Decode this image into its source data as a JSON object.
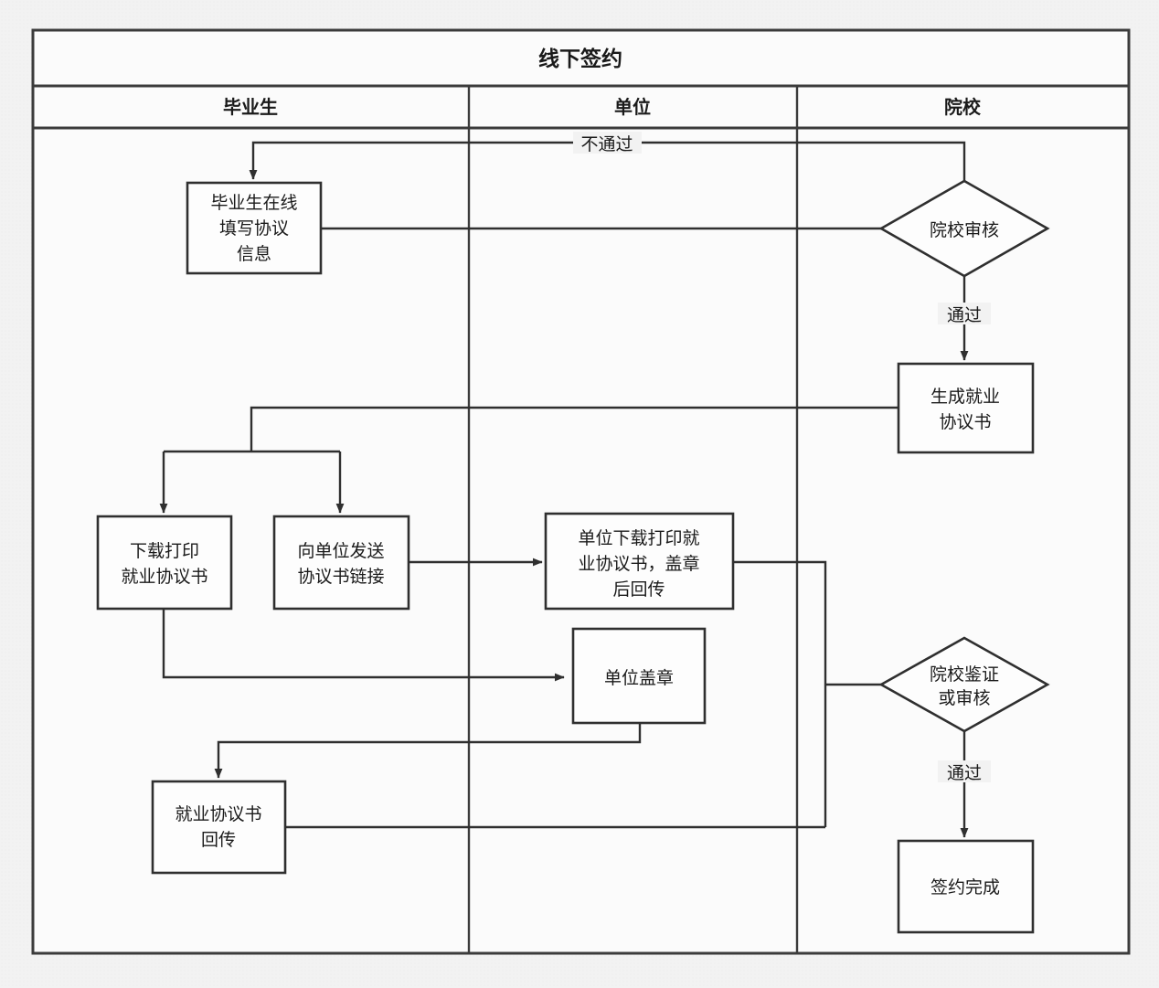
{
  "diagram": {
    "title": "线下签约",
    "type": "swimlane-flowchart",
    "lanes": [
      {
        "id": "lane-graduate",
        "label": "毕业生"
      },
      {
        "id": "lane-employer",
        "label": "单位"
      },
      {
        "id": "lane-school",
        "label": "院校"
      }
    ],
    "nodes": [
      {
        "id": "fill-agreement-info",
        "lane": "lane-graduate",
        "shape": "rectangle",
        "lines": [
          "毕业生在线",
          "填写协议",
          "信息"
        ]
      },
      {
        "id": "school-review",
        "lane": "lane-school",
        "shape": "diamond",
        "lines": [
          "院校审核"
        ]
      },
      {
        "id": "generate-agreement",
        "lane": "lane-school",
        "shape": "rectangle",
        "lines": [
          "生成就业",
          "协议书"
        ]
      },
      {
        "id": "download-print-agreement",
        "lane": "lane-graduate",
        "shape": "rectangle",
        "lines": [
          "下载打印",
          "就业协议书"
        ]
      },
      {
        "id": "send-agreement-link",
        "lane": "lane-graduate",
        "shape": "rectangle",
        "lines": [
          "向单位发送",
          "协议书链接"
        ]
      },
      {
        "id": "employer-download-print-stamp-return",
        "lane": "lane-employer",
        "shape": "rectangle",
        "lines": [
          "单位下载打印就",
          "业协议书，盖章",
          "后回传"
        ]
      },
      {
        "id": "employer-stamp",
        "lane": "lane-employer",
        "shape": "rectangle",
        "lines": [
          "单位盖章"
        ]
      },
      {
        "id": "return-agreement",
        "lane": "lane-graduate",
        "shape": "rectangle",
        "lines": [
          "就业协议书",
          "回传"
        ]
      },
      {
        "id": "school-verify-or-review",
        "lane": "lane-school",
        "shape": "diamond",
        "lines": [
          "院校鉴证",
          "或审核"
        ]
      },
      {
        "id": "signing-complete",
        "lane": "lane-school",
        "shape": "rectangle",
        "lines": [
          "签约完成"
        ]
      }
    ],
    "edge_labels": [
      {
        "id": "edge-label-reject-top",
        "text": "不通过"
      },
      {
        "id": "edge-label-pass-review",
        "text": "通过"
      },
      {
        "id": "edge-label-pass-verify",
        "text": "通过"
      }
    ],
    "colors": {
      "background": "#f2f2f2",
      "lane_fill": "#fbfbfb",
      "node_fill": "#fdfdfd",
      "stroke": "#2f2f2f",
      "text": "#1a1a1a"
    }
  }
}
